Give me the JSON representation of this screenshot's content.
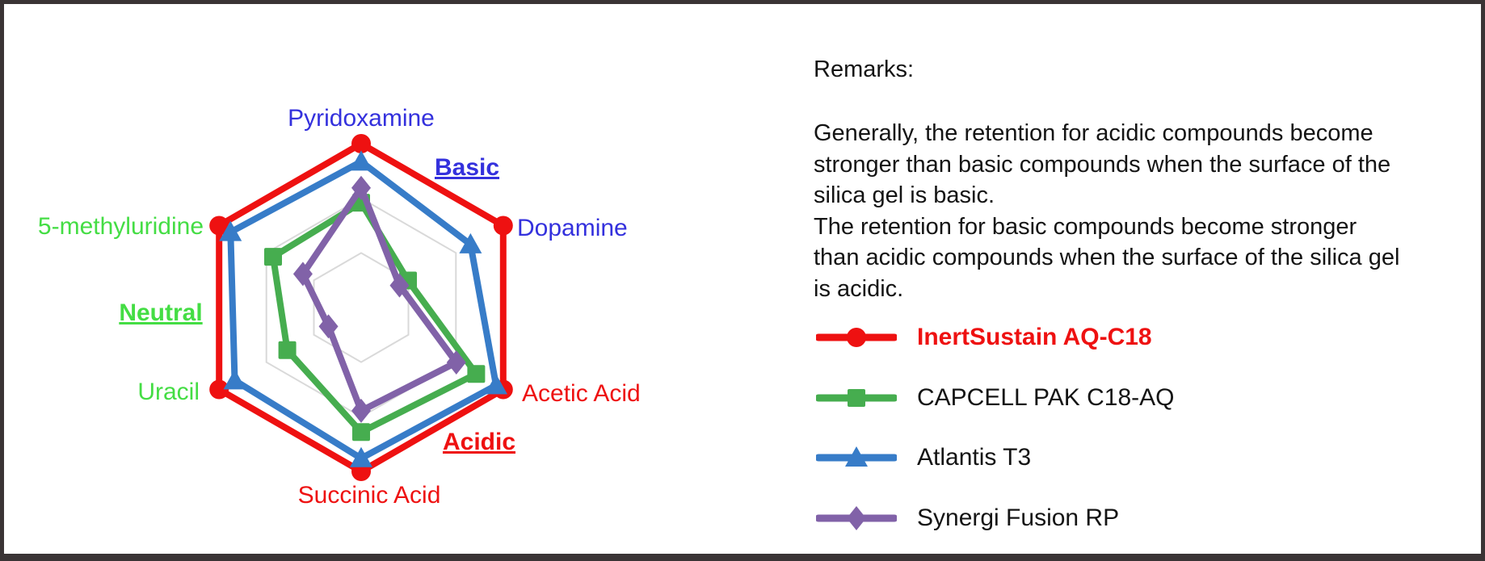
{
  "chart_data": {
    "type": "radar",
    "title": "",
    "categories": [
      "Pyridoxamine",
      "Dopamine",
      "Acetic Acid",
      "Succinic Acid",
      "Uracil",
      "5-methyluridine"
    ],
    "category_colors": [
      "#3431dd",
      "#3431dd",
      "#ee1111",
      "#ee1111",
      "#44dd44",
      "#44dd44"
    ],
    "group_labels": [
      {
        "label": "Basic",
        "color": "#3431dd"
      },
      {
        "label": "Acidic",
        "color": "#ee1111"
      },
      {
        "label": "Neutral",
        "color": "#44dd44"
      }
    ],
    "axis_ranges": {
      "min": 0,
      "max": 1
    },
    "grid": true,
    "grid_rings": [
      0.333,
      0.667,
      1
    ],
    "grid_color": "#d9d9d9",
    "legend_position": "right",
    "series": [
      {
        "name": "InertSustain AQ-C18",
        "color": "#ee1111",
        "marker": "circle",
        "label_color": "#ee1111",
        "label_bold": true,
        "values": [
          1.0,
          1.0,
          1.0,
          1.0,
          1.0,
          1.0
        ]
      },
      {
        "name": "CAPCELL PAK C18-AQ",
        "color": "#46ad4f",
        "marker": "square",
        "label_color": "#141414",
        "label_bold": false,
        "values": [
          0.64,
          0.33,
          0.81,
          0.76,
          0.52,
          0.62
        ]
      },
      {
        "name": "Atlantis T3",
        "color": "#377cc8",
        "marker": "triangle",
        "label_color": "#141414",
        "label_bold": false,
        "values": [
          0.89,
          0.77,
          0.95,
          0.92,
          0.89,
          0.92
        ]
      },
      {
        "name": "Synergi Fusion RP",
        "color": "#8162a8",
        "marker": "diamond",
        "label_color": "#141414",
        "label_bold": false,
        "values": [
          0.73,
          0.27,
          0.67,
          0.63,
          0.23,
          0.41
        ]
      }
    ]
  },
  "remarks": {
    "title": "Remarks:",
    "lines": [
      "Generally, the retention for acidic compounds become",
      "stronger than basic compounds when the surface of the",
      "silica gel is basic.",
      "The retention for basic compounds become stronger",
      "than acidic compounds when the surface of the silica gel",
      "is acidic."
    ]
  }
}
